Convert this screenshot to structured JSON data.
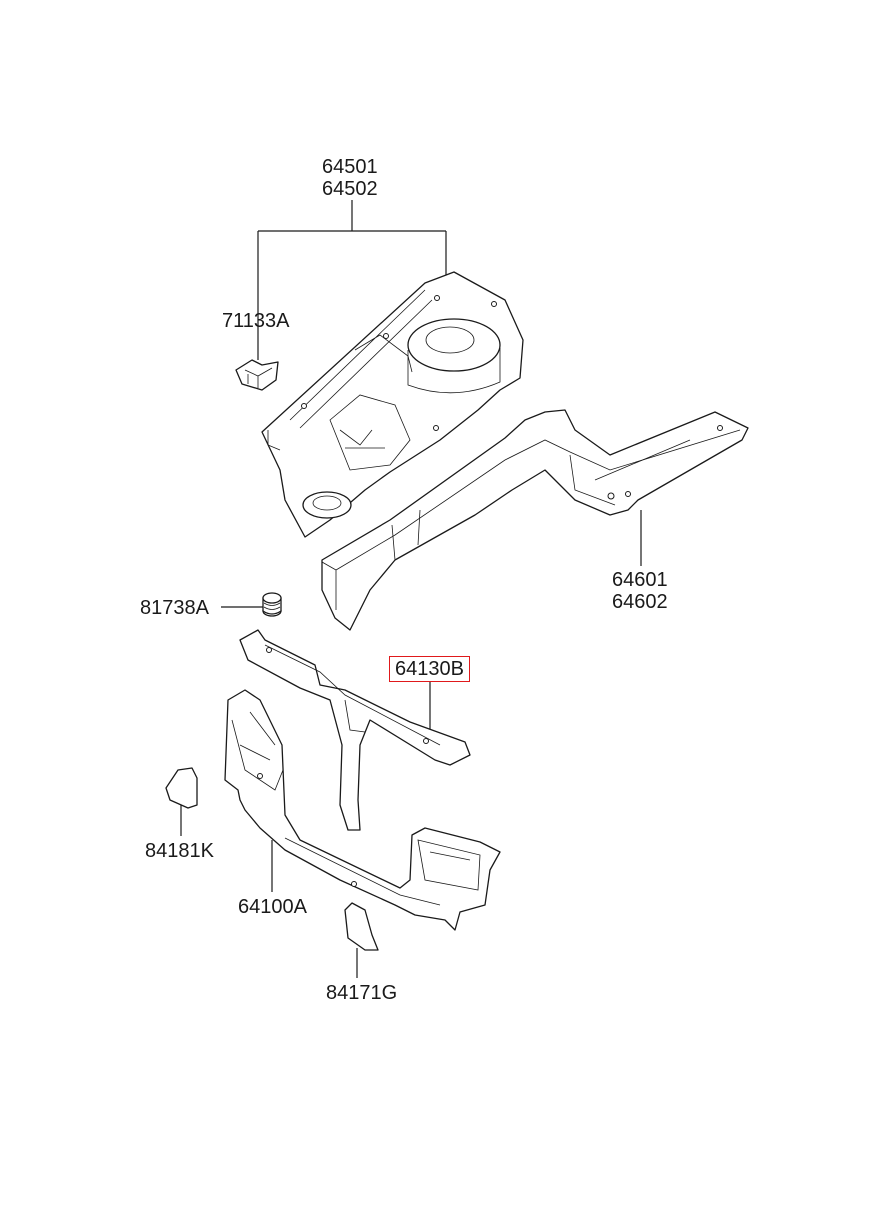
{
  "labels": {
    "part_64501": "64501",
    "part_64502": "64502",
    "part_71133A": "71133A",
    "part_64601": "64601",
    "part_64602": "64602",
    "part_81738A": "81738A",
    "part_64130B": "64130B",
    "part_84181K": "84181K",
    "part_64100A": "64100A",
    "part_84171G": "84171G"
  },
  "highlight_color": "#e0191b",
  "line_color": "#1a1a1a"
}
